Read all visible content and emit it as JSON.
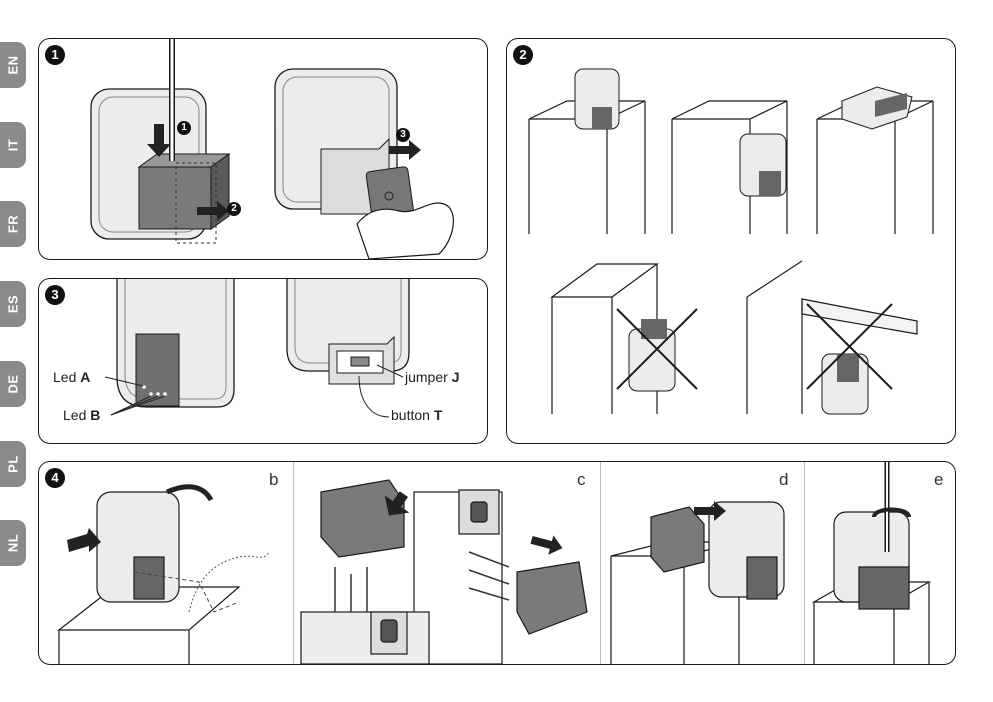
{
  "language_tabs": [
    "EN",
    "IT",
    "FR",
    "ES",
    "DE",
    "PL",
    "NL"
  ],
  "steps": {
    "step1": "1",
    "step2": "2",
    "step3": "3",
    "step4": "4"
  },
  "arrow_markers": [
    "1",
    "2",
    "3"
  ],
  "step3_labels": {
    "led_a_prefix": "Led ",
    "led_a_letter": "A",
    "led_b_prefix": "Led ",
    "led_b_letter": "B",
    "jumper_prefix": "jumper ",
    "jumper_letter": "J",
    "button_prefix": "button ",
    "button_letter": "T"
  },
  "step4_sublabels": [
    "b",
    "c",
    "d",
    "e"
  ],
  "colors": {
    "tab_gray": "#8a8a8a",
    "device_light": "#e8e8e8",
    "device_dark": "#6b6b6b",
    "outline": "#1a1a1a"
  }
}
